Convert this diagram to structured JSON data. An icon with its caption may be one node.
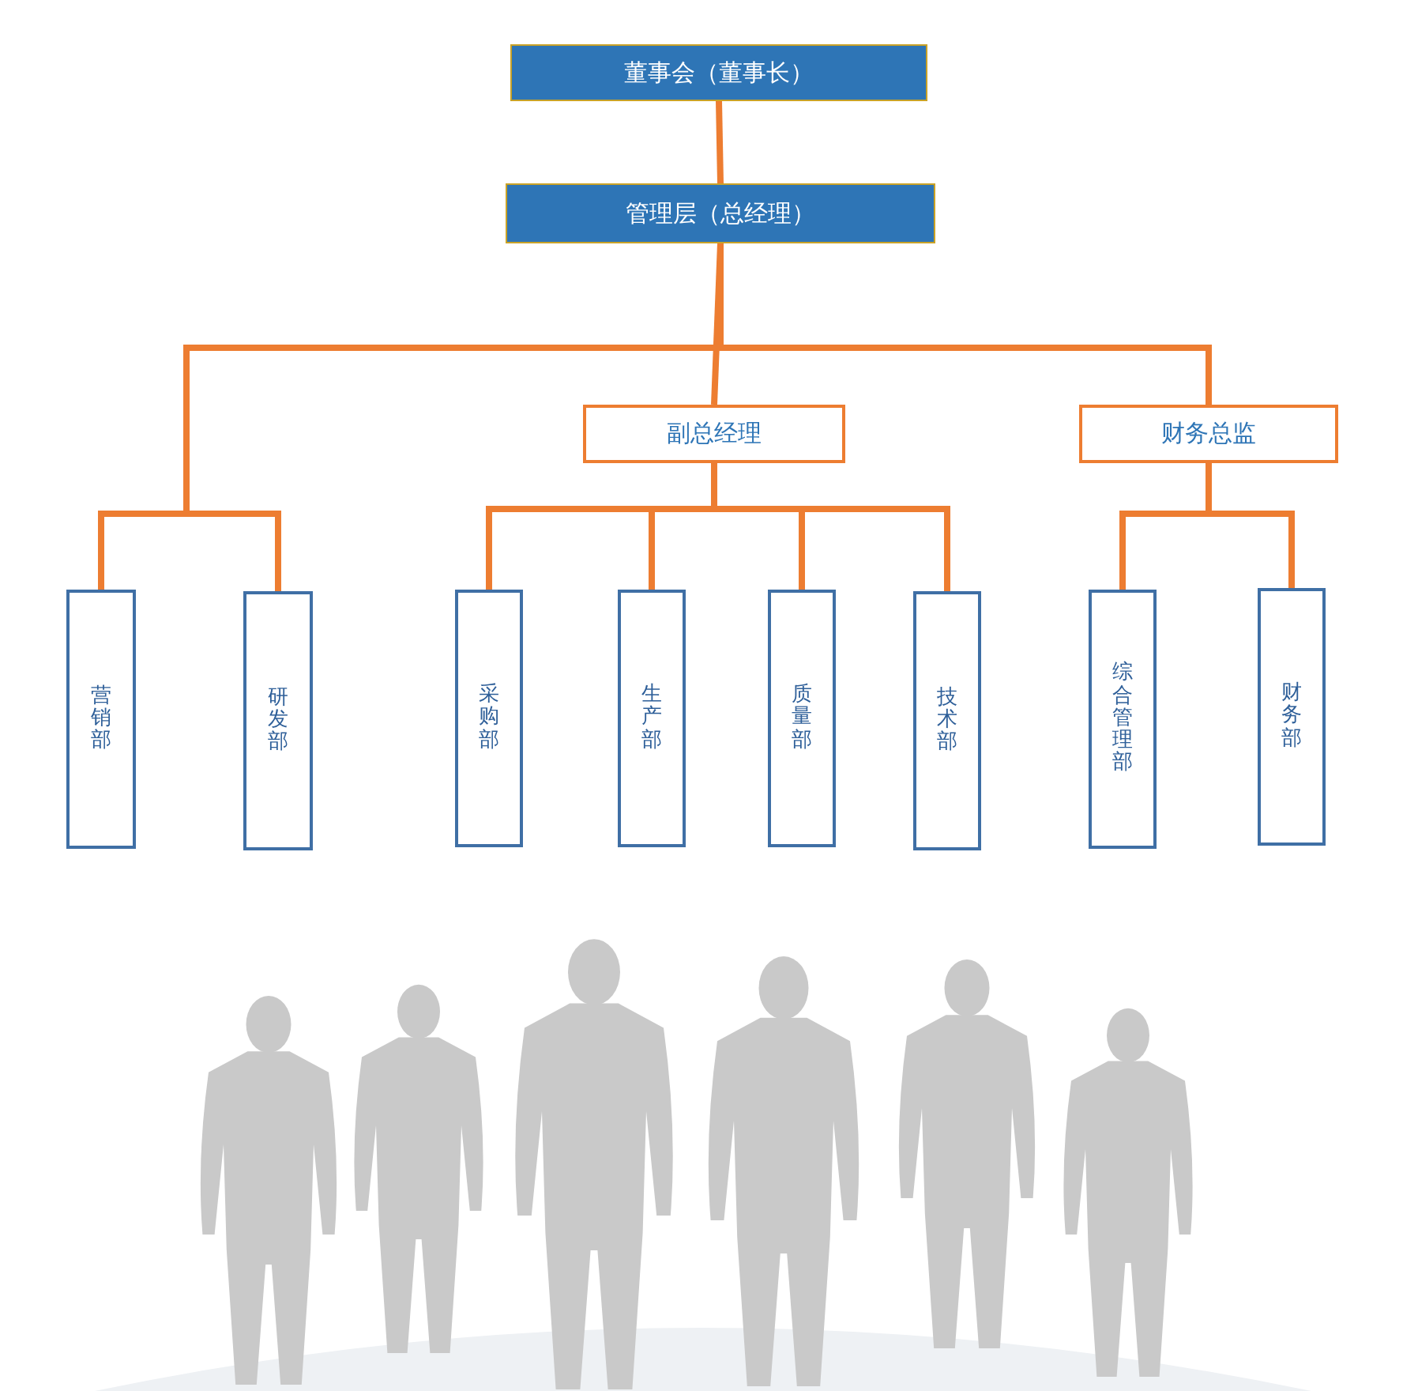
{
  "diagram": {
    "nodes": [
      {
        "text": [
          "董事会（董事长）"
        ]
      },
      {
        "text": [
          "管理层（总经理）"
        ]
      },
      {
        "text": [
          "副总经理"
        ]
      },
      {
        "text": [
          "财务总监"
        ]
      },
      {
        "text": [
          "营销部"
        ]
      },
      {
        "text": [
          "研发部"
        ]
      },
      {
        "text": [
          "采购部"
        ]
      },
      {
        "text": [
          "生产部"
        ]
      },
      {
        "text": [
          "质量部"
        ]
      },
      {
        "text": [
          "技术部"
        ]
      },
      {
        "text": [
          "综合管理部"
        ]
      },
      {
        "text": [
          "财务部"
        ]
      }
    ],
    "edges": [
      {
        "from": 0,
        "to": 1,
        "arrow": "none"
      },
      {
        "from": 1,
        "to": 4,
        "arrow": "none"
      },
      {
        "from": 1,
        "to": 5,
        "arrow": "none"
      },
      {
        "from": 1,
        "to": 2,
        "arrow": "none"
      },
      {
        "from": 1,
        "to": 3,
        "arrow": "none"
      },
      {
        "from": 2,
        "to": 6,
        "arrow": "none"
      },
      {
        "from": 2,
        "to": 7,
        "arrow": "none"
      },
      {
        "from": 2,
        "to": 8,
        "arrow": "none"
      },
      {
        "from": 2,
        "to": 9,
        "arrow": "none"
      },
      {
        "from": 3,
        "to": 10,
        "arrow": "none"
      },
      {
        "from": 3,
        "to": 11,
        "arrow": "none"
      }
    ]
  }
}
